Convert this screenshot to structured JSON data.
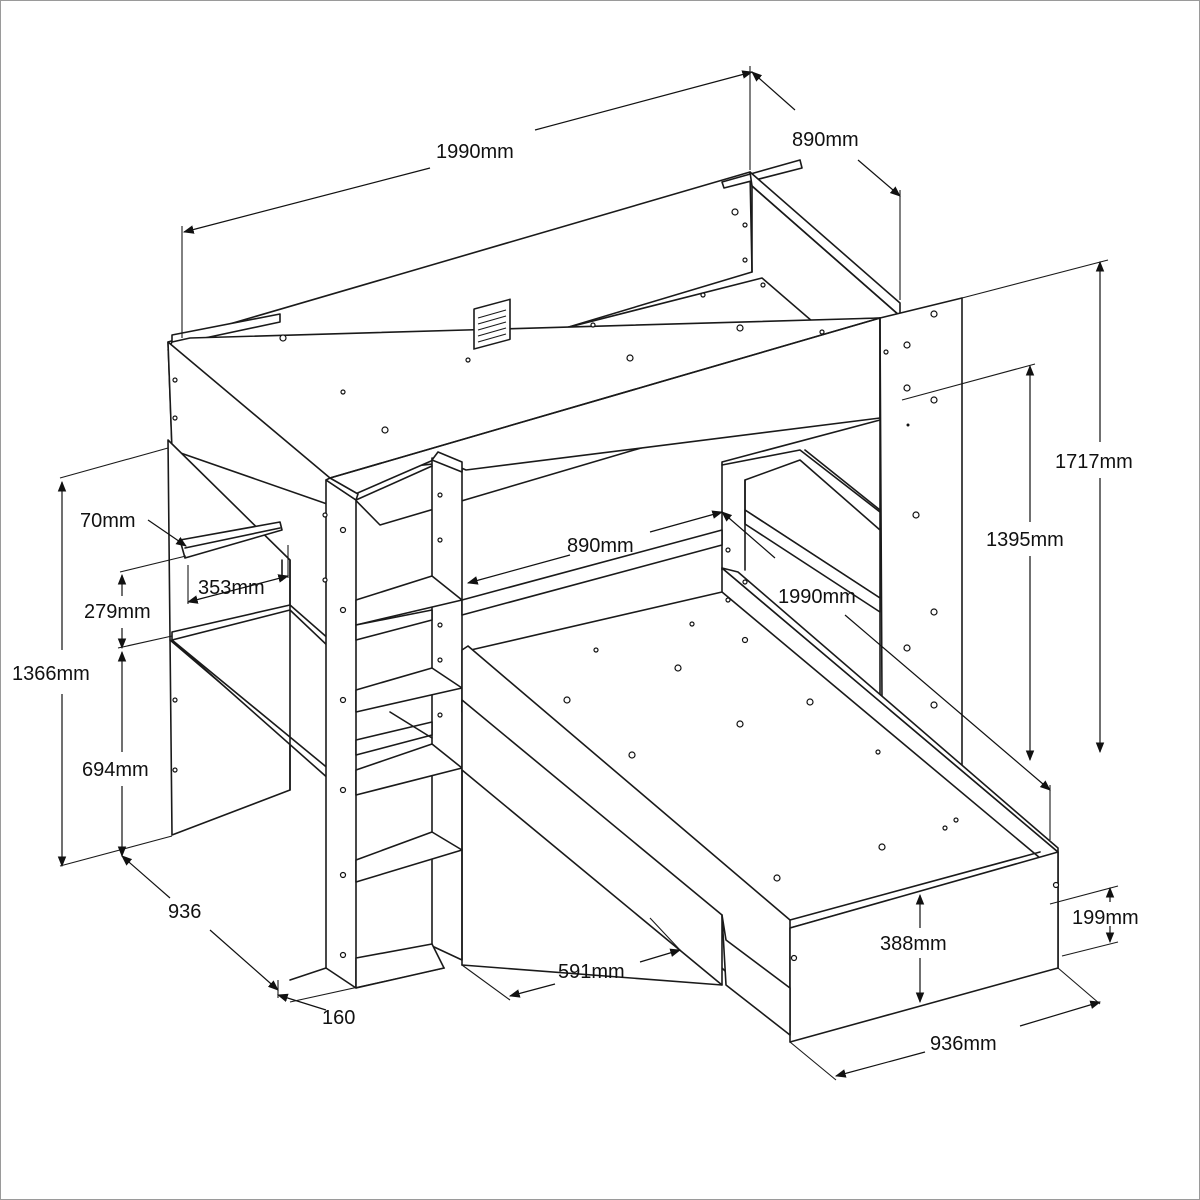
{
  "colors": {
    "line": "#1a1a1a",
    "background": "#ffffff"
  },
  "dimensions": {
    "top_length": "1990mm",
    "top_depth": "890mm",
    "total_height": "1717mm",
    "upper_clearance": "1395mm",
    "lower_bed_depth": "890mm",
    "lower_bed_length": "1990mm",
    "desk_height": "1366mm",
    "shelf_thickness": "70mm",
    "shelf_depth": "353mm",
    "shelf_gap": "279mm",
    "desk_clearance": "694mm",
    "desk_width": "936",
    "ladder_depth": "160",
    "drawer_length": "591mm",
    "bed_height": "388mm",
    "drawer_height": "199mm",
    "bed_width": "936mm"
  }
}
